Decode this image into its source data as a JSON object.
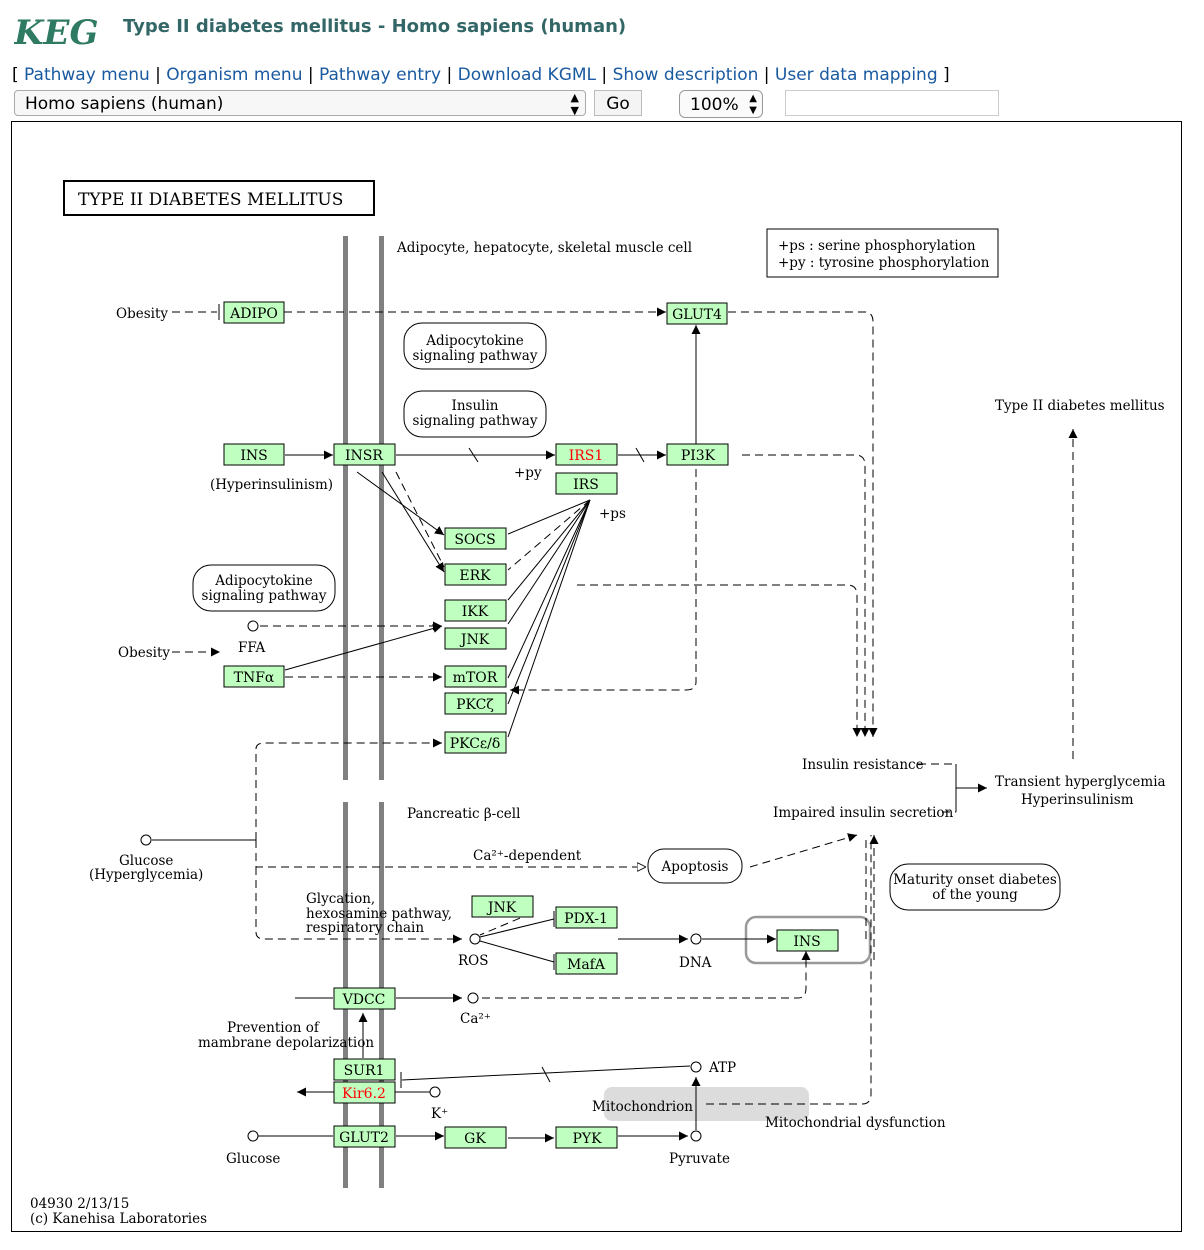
{
  "header": {
    "logo_text": "KEGG",
    "title": "Type II diabetes mellitus - Homo sapiens (human)"
  },
  "menu": {
    "items": [
      "Pathway menu",
      "Organism menu",
      "Pathway entry",
      "Download KGML",
      "Show description",
      "User data mapping"
    ]
  },
  "controls": {
    "organism_value": "Homo sapiens (human)",
    "go_label": "Go",
    "zoom_value": "100%",
    "search_value": ""
  },
  "map": {
    "title": "TYPE II DIABETES MELLITUS",
    "legend": [
      "+ps : serine phosphorylation",
      "+py : tyrosine phosphorylation"
    ],
    "footer": [
      "04930 2/13/15",
      "(c) Kanehisa Laboratories"
    ],
    "colors": {
      "gene_fill": "#bfffbf",
      "highlight_text": "#ff0000"
    },
    "genes": {
      "adipo": "ADIPO",
      "glut4": "GLUT4",
      "ins_top": "INS",
      "insr": "INSR",
      "irs1": "IRS1",
      "irs": "IRS",
      "pi3k": "PI3K",
      "socs": "SOCS",
      "erk": "ERK",
      "ikk": "IKK",
      "jnk_top": "JNK",
      "tnfa": "TNFα",
      "mtor": "mTOR",
      "pkcz": "PKCζ",
      "pkced": "PKCε/δ",
      "jnk_beta": "JNK",
      "pdx1": "PDX-1",
      "mafa": "MafA",
      "ins_beta": "INS",
      "vdcc": "VDCC",
      "sur1": "SUR1",
      "kir62": "Kir6.2",
      "glut2": "GLUT2",
      "gk": "GK",
      "pyk": "PYK"
    },
    "labels": {
      "adipocyte": "Adipocyte, hepatocyte, skeletal muscle cell",
      "obesity1": "Obesity",
      "obesity2": "Obesity",
      "hyperinsulinism": "(Hyperinsulinism)",
      "py": "+py",
      "ps": "+ps",
      "ffa": "FFA",
      "pancreatic": "Pancreatic β-cell",
      "glucose_hyper_1": "Glucose",
      "glucose_hyper_2": "(Hyperglycemia)",
      "ca_dependent": "Ca²⁺-dependent",
      "glycation_1": "Glycation,",
      "glycation_2": "hexosamine pathway,",
      "glycation_3": "respiratory chain",
      "ros": "ROS",
      "dna": "DNA",
      "ca2": "Ca²⁺",
      "prevention_1": "Prevention of",
      "prevention_2": "mambrane depolarization",
      "atp": "ATP",
      "mitochondrion": "Mitochondrion",
      "mito_dysfunction": "Mitochondrial dysfunction",
      "kplus": "K⁺",
      "glucose_bottom": "Glucose",
      "pyruvate": "Pyruvate",
      "t2dm": "Type II diabetes mellitus",
      "insulin_resistance": "Insulin resistance",
      "impaired_secretion": "Impaired insulin secretion",
      "transient_1": "Transient hyperglycemia",
      "transient_2": "Hyperinsulinism"
    },
    "pathways": {
      "adipocytokine_top_1": "Adipocytokine",
      "adipocytokine_top_2": "signaling pathway",
      "insulin_1": "Insulin",
      "insulin_2": "signaling pathway",
      "adipocytokine_left_1": "Adipocytokine",
      "adipocytokine_left_2": "signaling pathway",
      "apoptosis": "Apoptosis",
      "mody_1": "Maturity onset diabetes",
      "mody_2": "of the young"
    }
  }
}
